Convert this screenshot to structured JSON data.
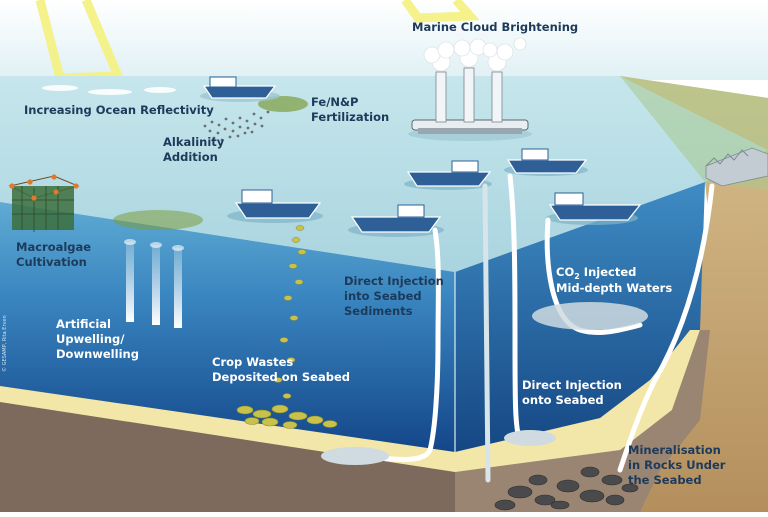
{
  "diagram": {
    "labels": {
      "marine_cloud_brightening": "Marine Cloud Brightening",
      "increasing_ocean_reflectivity": "Increasing Ocean Reflectivity",
      "fertilization_line1": "Fe/N&P",
      "fertilization_line2": "Fertilization",
      "alkalinity_line1": "Alkalinity",
      "alkalinity_line2": "Addition",
      "macroalgae_line1": "Macroalgae",
      "macroalgae_line2": "Cultivation",
      "upwelling_line1": "Artificial",
      "upwelling_line2": "Upwelling/",
      "upwelling_line3": "Downwelling",
      "crop_wastes_line1": "Crop Wastes",
      "crop_wastes_line2": "Deposited on Seabed",
      "direct_injection_sediments_line1": "Direct Injection",
      "direct_injection_sediments_line2": "into Seabed",
      "direct_injection_sediments_line3": "Sediments",
      "co2_injected_prefix": "CO",
      "co2_injected_subscript": "2",
      "co2_injected_suffix": " Injected",
      "mid_depth_waters": "Mid-depth Waters",
      "direct_injection_seabed_line1": "Direct Injection",
      "direct_injection_seabed_line2": "onto Seabed",
      "mineralisation_line1": "Mineralisation",
      "mineralisation_line2": "in Rocks Under",
      "mineralisation_line3": "the Seabed"
    },
    "credit": "© GESAMP, Rita Erven",
    "colors": {
      "sky": "#dff0f4",
      "sea_surface": "#b7dde5",
      "water_front_top": "#4d9ecb",
      "water_front_bottom": "#0f3f83",
      "seabed_sand": "#f4e9a6",
      "rock_layer": "#8f7a68",
      "land": "#c9a878",
      "label_dark": "#1d3a5a",
      "label_light": "#ffffff",
      "sun_rays": "#f4f17e"
    }
  }
}
